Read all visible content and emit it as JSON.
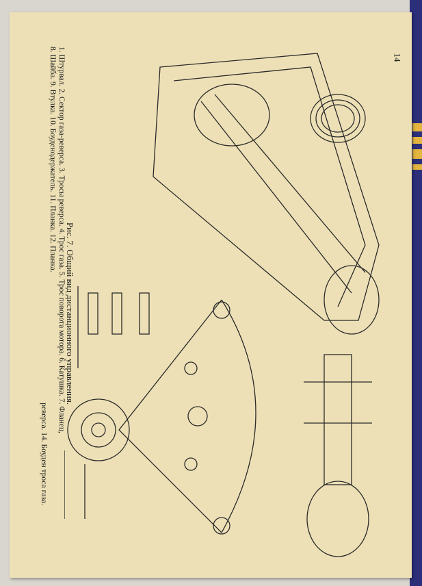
{
  "page_number": "14",
  "caption": {
    "title": "Рис. 7. Общий вид дистанционного управления.",
    "line1": "1. Штурвал. 2. Сектор газа-реверса. 3. Тросы реверса. 4. Трос газа. 5. Трос поворота мотора. 6. Катушка. 7. Фланец,",
    "line2": "8. Шайба. 9. Втулка. 10. Боуденодержатель. 11. Планка. 12. Планка.",
    "line3": "реверса. 14. Боуден троса газа."
  },
  "colors": {
    "paper": "#ede0b6",
    "ink": "#1c1c1c",
    "cover": "#2c2f7a"
  }
}
